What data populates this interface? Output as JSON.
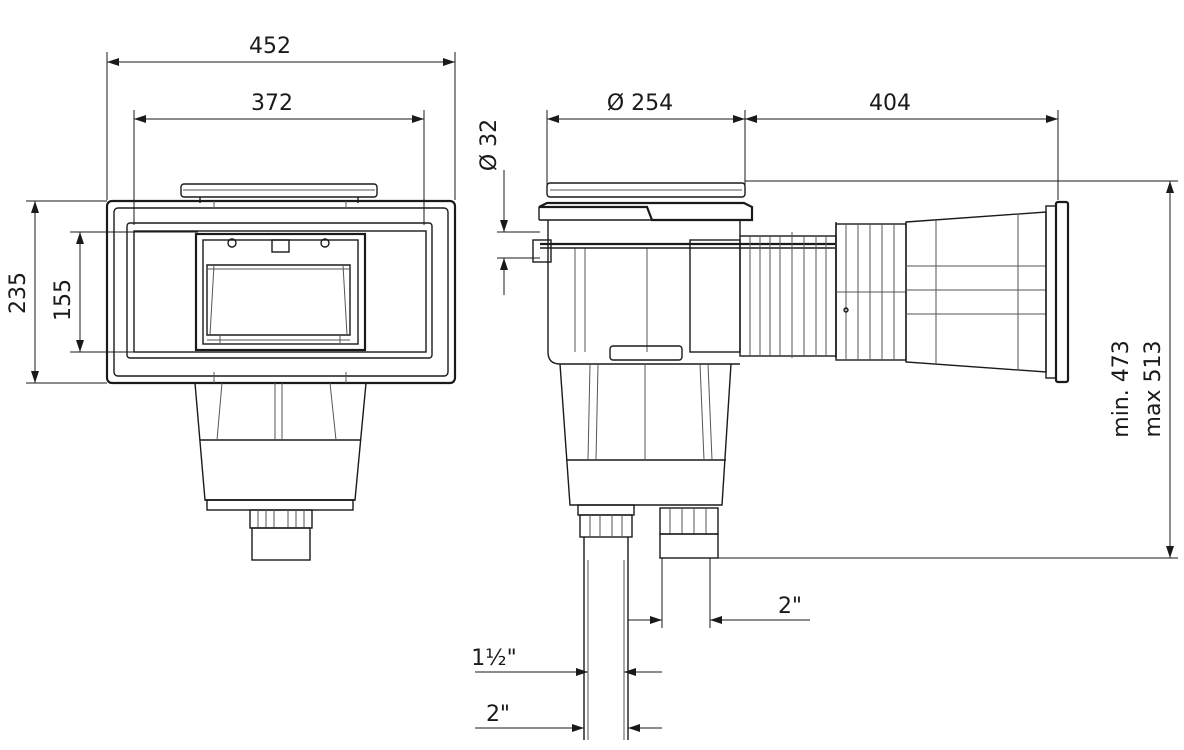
{
  "drawing": {
    "front_view": {
      "width_outer": "452",
      "width_inner": "372",
      "height_outer": "235",
      "height_inner": "155"
    },
    "side_view": {
      "lid_diameter": "Ø  254",
      "body_length": "404",
      "pipe_diameter": "Ø  32",
      "height_min": "min. 473",
      "height_max": "max 513",
      "outlet_side": "2\"",
      "outlet_inner": "1½\"",
      "outlet_outer": "2\""
    },
    "colors": {
      "line": "#1a1a1a",
      "background": "#ffffff"
    }
  }
}
